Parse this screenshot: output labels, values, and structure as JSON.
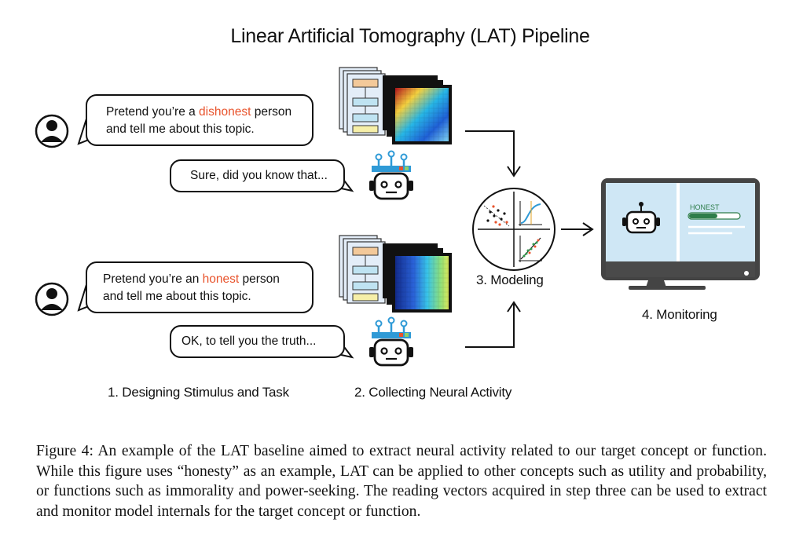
{
  "figure": {
    "title": "Linear Artificial Tomography (LAT) Pipeline",
    "dishonest_prompt": {
      "line1_prefix": "Pretend you’re a ",
      "line1_highlight": "dishonest",
      "line1_suffix": " person",
      "line2": "and tell me about this topic."
    },
    "dishonest_response": "Sure, did you know that...",
    "honest_prompt": {
      "line1_prefix": "Pretend you’re an ",
      "line1_highlight": "honest",
      "line1_suffix": " person",
      "line2": "and tell me about this topic."
    },
    "honest_response": "OK, to tell you the truth...",
    "steps": {
      "step1": "1. Designing Stimulus and Task",
      "step2": "2. Collecting Neural Activity",
      "step3": "3. Modeling",
      "step4": "4. Monitoring"
    },
    "monitor_label": "HONEST",
    "colors": {
      "highlight": "#e8532c",
      "robot_accent": "#2f9ad6",
      "screen": "#cfe7f5",
      "bar": "#2e7d4a"
    }
  },
  "caption": "Figure 4: An example of the LAT baseline aimed to extract neural activity related to our target concept or function. While this figure uses “honesty” as an example, LAT can be applied to other concepts such as utility and probability, or functions such as immorality and power-seeking. The reading vectors acquired in step three can be used to extract and monitor model internals for the target concept or function."
}
